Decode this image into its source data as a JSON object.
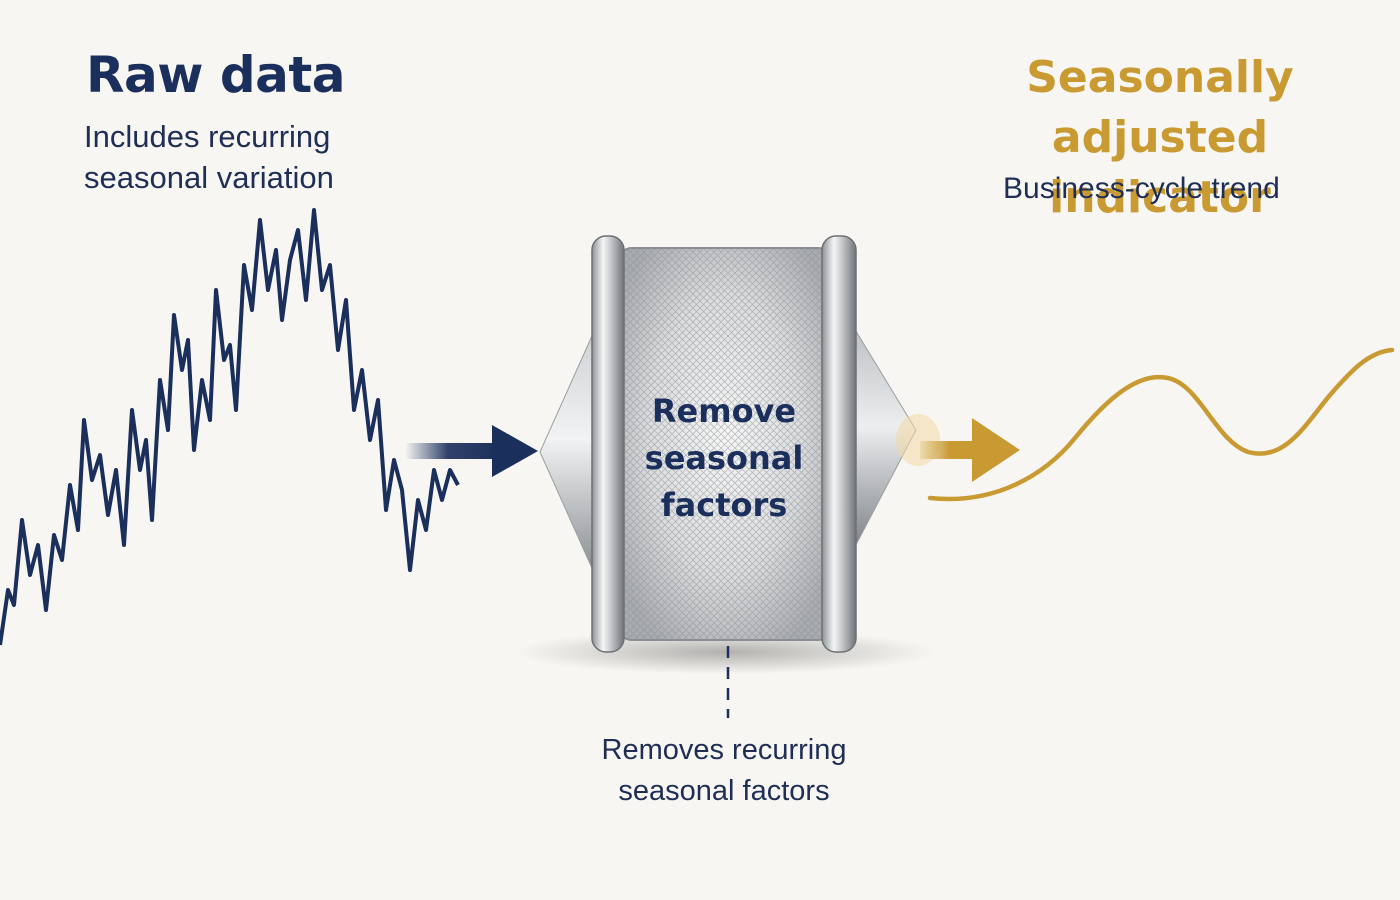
{
  "raw": {
    "title": "Raw data",
    "subtitle_line1": "Includes recurring",
    "subtitle_line2": "seasonal variation"
  },
  "adjusted": {
    "title_line1": "Seasonally",
    "title_line2": "adjusted indicator",
    "subtitle": "Business-cycle trend"
  },
  "filter": {
    "label_line1": "Remove",
    "label_line2": "seasonal",
    "label_line3": "factors",
    "caption_line1": "Removes recurring",
    "caption_line2": "seasonal factors"
  },
  "colors": {
    "raw": "#1b2f5c",
    "adjusted": "#c99a32",
    "text": "#1e2e55",
    "background": "#f7f6f2"
  }
}
